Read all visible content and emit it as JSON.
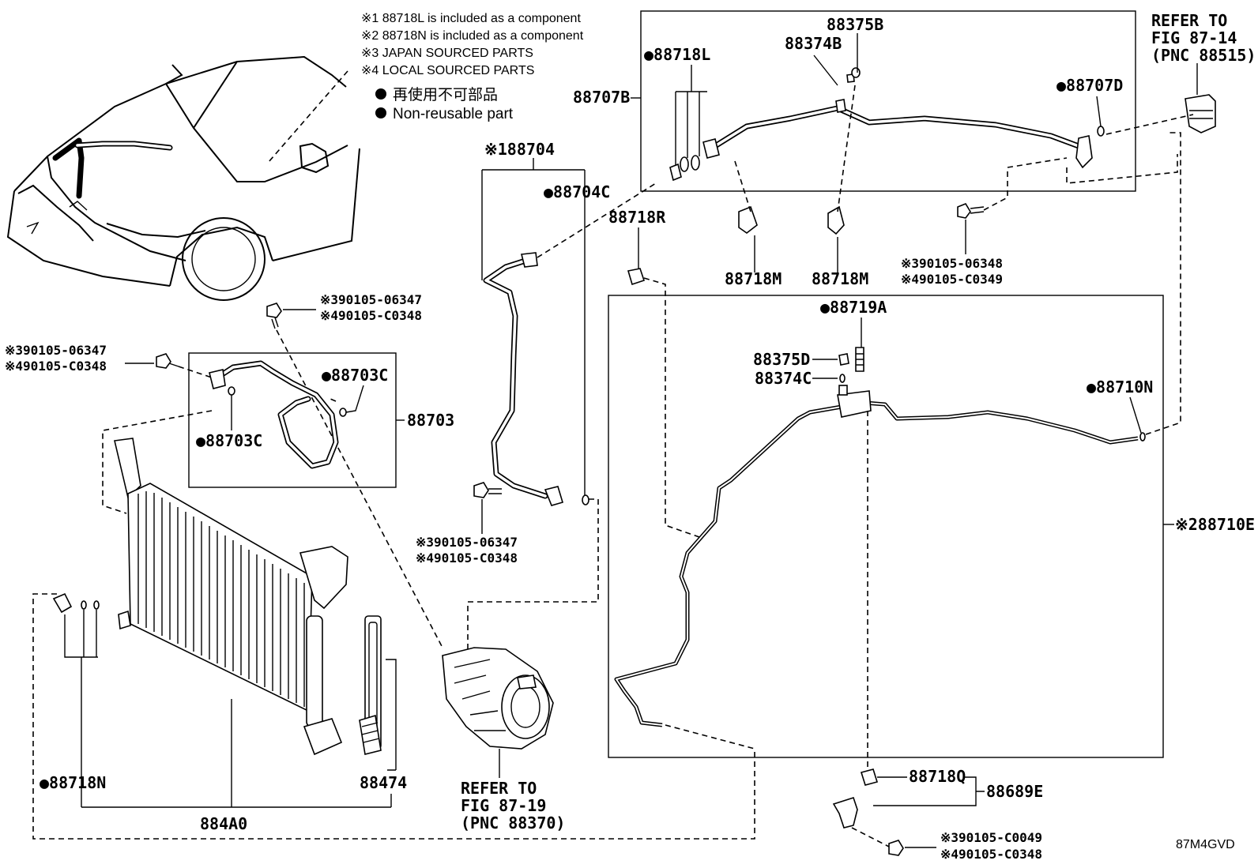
{
  "notes": [
    "※1 88718L is included as a component",
    "※2 88718N is included as a component",
    "※3 JAPAN SOURCED PARTS",
    "※4 LOCAL SOURCED PARTS"
  ],
  "legend": [
    {
      "symbol": "●",
      "text": "再使用不可部品"
    },
    {
      "symbol": "●",
      "text": "Non-reusable part"
    }
  ],
  "labels": {
    "p88375B": "88375B",
    "p88374B": "88374B",
    "p88718L": "●88718L",
    "p88707B": "88707B",
    "p88707D": "●88707D",
    "refer_top": [
      "REFER TO",
      "FIG 87-14",
      "(PNC 88515)"
    ],
    "p88704": "※188704",
    "p88704C": "●88704C",
    "p88718R": "88718R",
    "p88718M_a": "88718M",
    "p88718M_b": "88718M",
    "bolt_top_right": [
      "※390105-06348",
      "※490105-C0349"
    ],
    "bolt_upper_mid": [
      "※390105-06347",
      "※490105-C0348"
    ],
    "bolt_left": [
      "※390105-06347",
      "※490105-C0348"
    ],
    "p88703C_a": "●88703C",
    "p88703C_b": "●88703C",
    "p88703": "88703",
    "bolt_mid": [
      "※390105-06347",
      "※490105-C0348"
    ],
    "p88719A": "●88719A",
    "p88375D": "88375D",
    "p88374C": "88374C",
    "p88710N": "●88710N",
    "p88710E": "※288710E",
    "p88718N": "●88718N",
    "p88474": "88474",
    "p884A0": "884A0",
    "refer_bottom": [
      "REFER TO",
      "FIG 87-19",
      "(PNC 88370)"
    ],
    "p88718Q": "88718Q",
    "p88689E": "88689E",
    "bolt_bottom": [
      "※390105-C0049",
      "※490105-C0348"
    ],
    "figure_code": "87M4GVD"
  }
}
